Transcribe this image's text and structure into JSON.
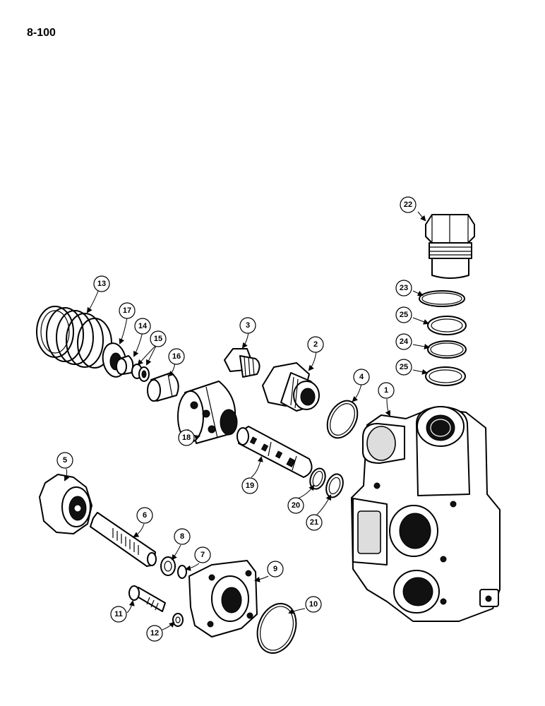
{
  "page": {
    "number": "8-100"
  },
  "callouts": [
    "1",
    "2",
    "3",
    "4",
    "5",
    "6",
    "7",
    "8",
    "9",
    "10",
    "11",
    "12",
    "13",
    "14",
    "15",
    "16",
    "17",
    "18",
    "19",
    "20",
    "21",
    "22",
    "23",
    "24",
    "25",
    "25"
  ],
  "icons": {
    "arrowheads": "leader-arrow"
  }
}
